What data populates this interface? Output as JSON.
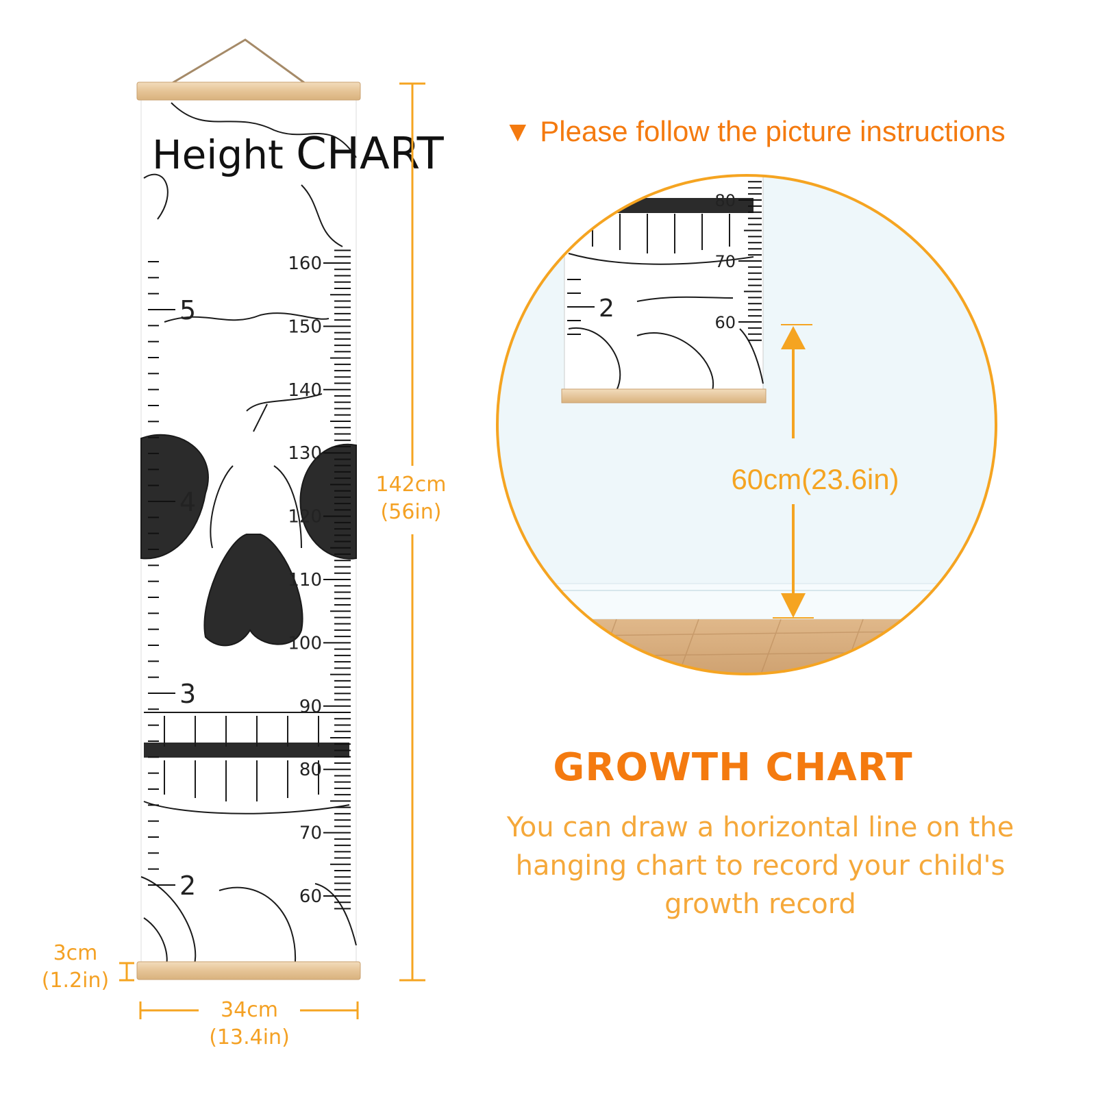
{
  "chart": {
    "title_part1": "Height",
    "title_part2": "CHART",
    "cm_ticks": [
      "160",
      "150",
      "140",
      "130",
      "120",
      "110",
      "100",
      "90",
      "80",
      "70",
      "60"
    ],
    "ft_ticks": [
      "5",
      "4",
      "3",
      "2"
    ]
  },
  "dimensions": {
    "height_cm": "142cm",
    "height_in": "(56in)",
    "rod_cm": "3cm",
    "rod_in": "(1.2in)",
    "width_cm": "34cm",
    "width_in": "(13.4in)"
  },
  "instructions": {
    "marker": "▼",
    "text": "Please follow the picture instructions"
  },
  "inset": {
    "cm_ticks": [
      "80",
      "70",
      "60"
    ],
    "ft_tick": "2",
    "measure_label": "60cm(23.6in)"
  },
  "growth": {
    "title": "GROWTH CHART",
    "line1": "You can draw a horizontal line on the",
    "line2": "hanging chart to record your child's",
    "line3": "growth record"
  },
  "colors": {
    "accent": "#f47a0f",
    "dimension": "#f5a421",
    "wood": "#e8c9a0",
    "wall": "#eef7fa"
  }
}
